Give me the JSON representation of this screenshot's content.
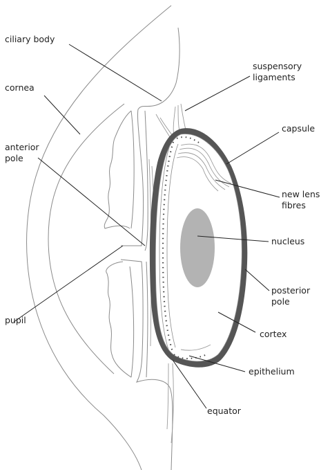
{
  "labels": {
    "ciliary_body": "ciliary body",
    "suspensory_1": "suspensory",
    "suspensory_2": "ligaments",
    "cornea": "cornea",
    "capsule": "capsule",
    "anterior_1": "anterior",
    "anterior_2": "pole",
    "new_lens_1": "new lens",
    "new_lens_2": "fibres",
    "nucleus": "nucleus",
    "posterior_1": "posterior",
    "posterior_2": "pole",
    "pupil": "pupil",
    "cortex": "cortex",
    "epithelium": "epithelium",
    "equator": "equator"
  },
  "colors": {
    "line": "#8a8a8a",
    "capsule": "#555555",
    "nucleus": "#b3b3b3",
    "text": "#222222"
  }
}
